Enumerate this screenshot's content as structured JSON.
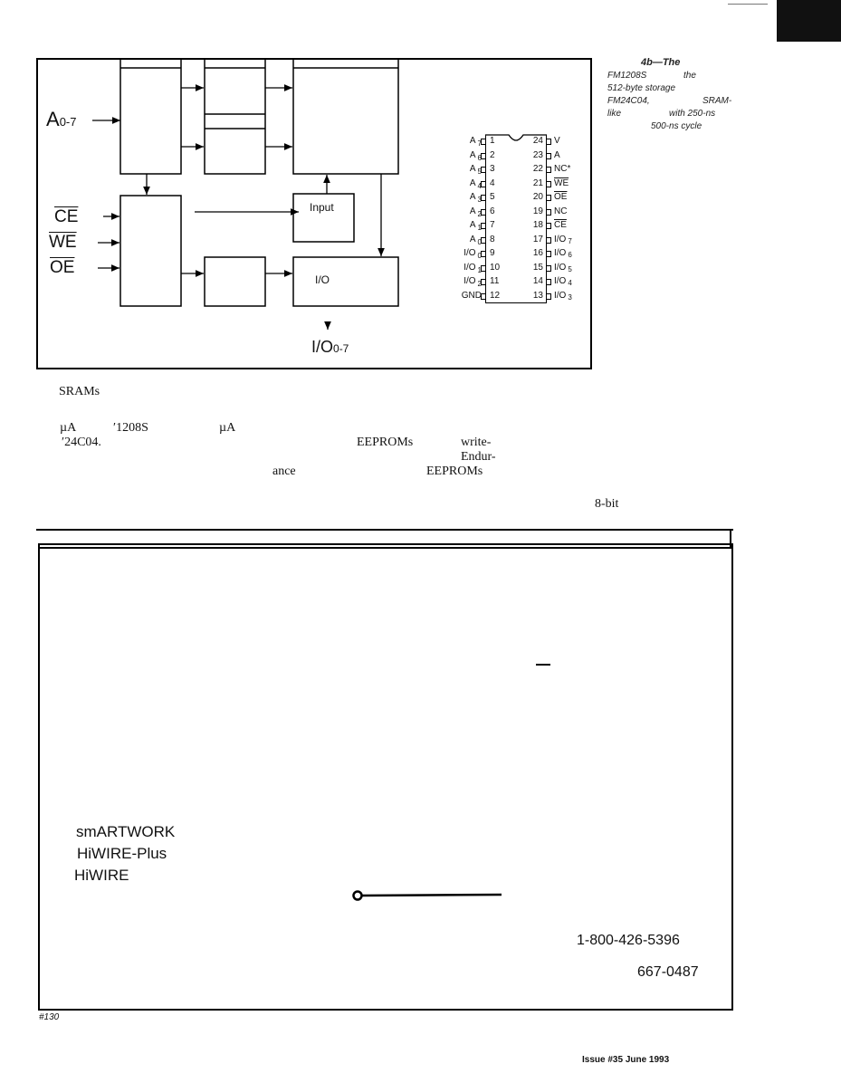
{
  "figure": {
    "address_label": "A",
    "address_sub": "0-7",
    "ce_label": "CE",
    "we_label": "WE",
    "oe_label": "OE",
    "input_label": "Input",
    "io_label": "I/O",
    "io_bus_label": "I/O",
    "io_bus_sub": "0-7"
  },
  "pinout": {
    "left": [
      {
        "name": "A",
        "sub": "7",
        "num": "1"
      },
      {
        "name": "A",
        "sub": "6",
        "num": "2"
      },
      {
        "name": "A",
        "sub": "5",
        "num": "3"
      },
      {
        "name": "A",
        "sub": "4",
        "num": "4"
      },
      {
        "name": "A",
        "sub": "3",
        "num": "5"
      },
      {
        "name": "A",
        "sub": "2",
        "num": "6"
      },
      {
        "name": "A",
        "sub": "1",
        "num": "7"
      },
      {
        "name": "A",
        "sub": "0",
        "num": "8"
      },
      {
        "name": "I/O",
        "sub": "0",
        "num": "9"
      },
      {
        "name": "I/O",
        "sub": "1",
        "num": "10"
      },
      {
        "name": "I/O",
        "sub": "2",
        "num": "11"
      },
      {
        "name": "GND",
        "sub": "",
        "num": "12"
      }
    ],
    "right": [
      {
        "num": "24",
        "name": "V",
        "sub": ""
      },
      {
        "num": "23",
        "name": "A",
        "sub": ""
      },
      {
        "num": "22",
        "name": "NC*",
        "sub": ""
      },
      {
        "num": "21",
        "name": "WE",
        "sub": "",
        "bar": true
      },
      {
        "num": "20",
        "name": "OE",
        "sub": "",
        "bar": true
      },
      {
        "num": "19",
        "name": "NC",
        "sub": ""
      },
      {
        "num": "18",
        "name": "CE",
        "sub": "",
        "bar": true
      },
      {
        "num": "17",
        "name": "I/O",
        "sub": "7"
      },
      {
        "num": "16",
        "name": "I/O",
        "sub": "6"
      },
      {
        "num": "15",
        "name": "I/O",
        "sub": "5"
      },
      {
        "num": "14",
        "name": "I/O",
        "sub": "4"
      },
      {
        "num": "13",
        "name": "I/O",
        "sub": "3"
      }
    ]
  },
  "caption": {
    "lines": [
      "4b—The",
      "FM1208S",
      "the",
      "512-byte storage",
      "FM24C04,",
      "SRAM-",
      "like",
      "with 250-ns",
      "500-ns cycle"
    ]
  },
  "body_fragments": {
    "sram": "SRAMs",
    "ua1": "µA",
    "part1": "′1208S",
    "ua2": "µA",
    "part2": "′24C04.",
    "eeproms1": "EEPROMs",
    "write": "write-",
    "endur": "Endur-",
    "ance": "ance",
    "eeproms2": "EEPROMs",
    "eightbit": "8-bit"
  },
  "ad": {
    "product1": "smARTWORK",
    "product2": "HiWIRE-Plus",
    "product3": "HiWIRE",
    "phone1": "1-800-426-5396",
    "phone2": "667-0487"
  },
  "footer": {
    "ref": "#130",
    "issue": "Issue #35 June 1993"
  }
}
